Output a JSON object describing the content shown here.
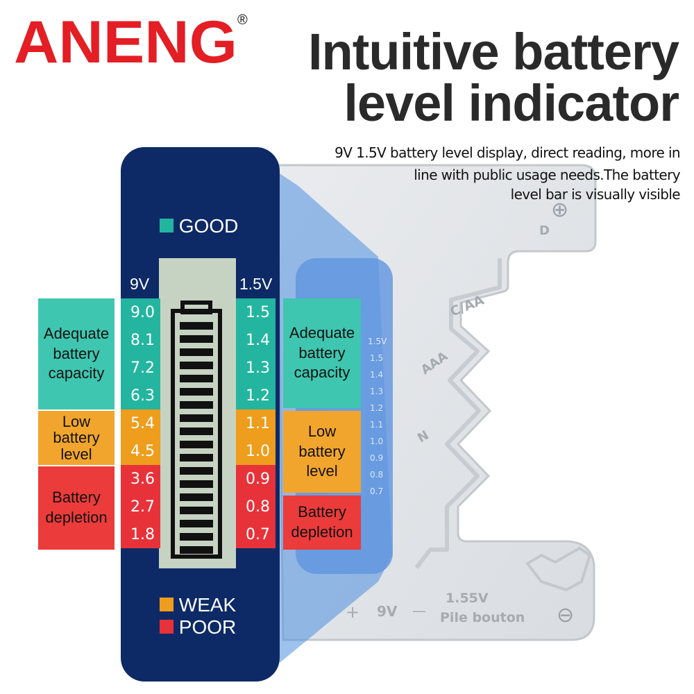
{
  "brand": {
    "name": "ANENG",
    "registered": "®",
    "color": "#e31e24"
  },
  "headline": {
    "line1": "Intuitive battery",
    "line2": "level indicator"
  },
  "description": {
    "line1": "9V 1.5V battery level display, direct reading, more in",
    "line2": "line with public usage needs.The battery",
    "line3": "level bar is visually visible"
  },
  "device": {
    "plus_top": "⊕",
    "d_label": "D",
    "ca_label": "C/AA",
    "aaa_label": "AAA",
    "n_label": "N",
    "bottom_plus": "+",
    "bottom_9v": "9V",
    "bottom_minus": "—",
    "button_voltage": "1.55V",
    "button_label": "Pile bouton",
    "minus_bottom": "⊖",
    "ghost_15v": "1.5V",
    "ghost_values": [
      "1.5",
      "1.4",
      "1.3",
      "1.2",
      "1.1",
      "1.0",
      "0.9",
      "0.8",
      "0.7"
    ]
  },
  "meter": {
    "good_label": "GOOD",
    "weak_label": "WEAK",
    "poor_label": "POOR",
    "header_9v": "9V",
    "header_15v": "1.5V",
    "values_9v": [
      "9.0",
      "8.1",
      "7.2",
      "6.3",
      "5.4",
      "4.5",
      "3.6",
      "2.7",
      "1.8"
    ],
    "values_15v": [
      "1.5",
      "1.4",
      "1.3",
      "1.2",
      "1.1",
      "1.0",
      "0.9",
      "0.8",
      "0.7"
    ],
    "colors": {
      "good": "#23b59f",
      "weak": "#ee9d1c",
      "poor": "#e8323a",
      "panel": "#0d2a66"
    }
  },
  "categories_left": {
    "adequate": [
      "Adequate",
      "battery",
      "capacity"
    ],
    "low": [
      "Low",
      "battery",
      "level"
    ],
    "depletion": [
      "Battery",
      "depletion"
    ]
  },
  "categories_right": {
    "adequate": [
      "Adequate",
      "battery",
      "capacity"
    ],
    "low": [
      "Low",
      "battery",
      "level"
    ],
    "depletion": [
      "Battery",
      "depletion"
    ]
  }
}
